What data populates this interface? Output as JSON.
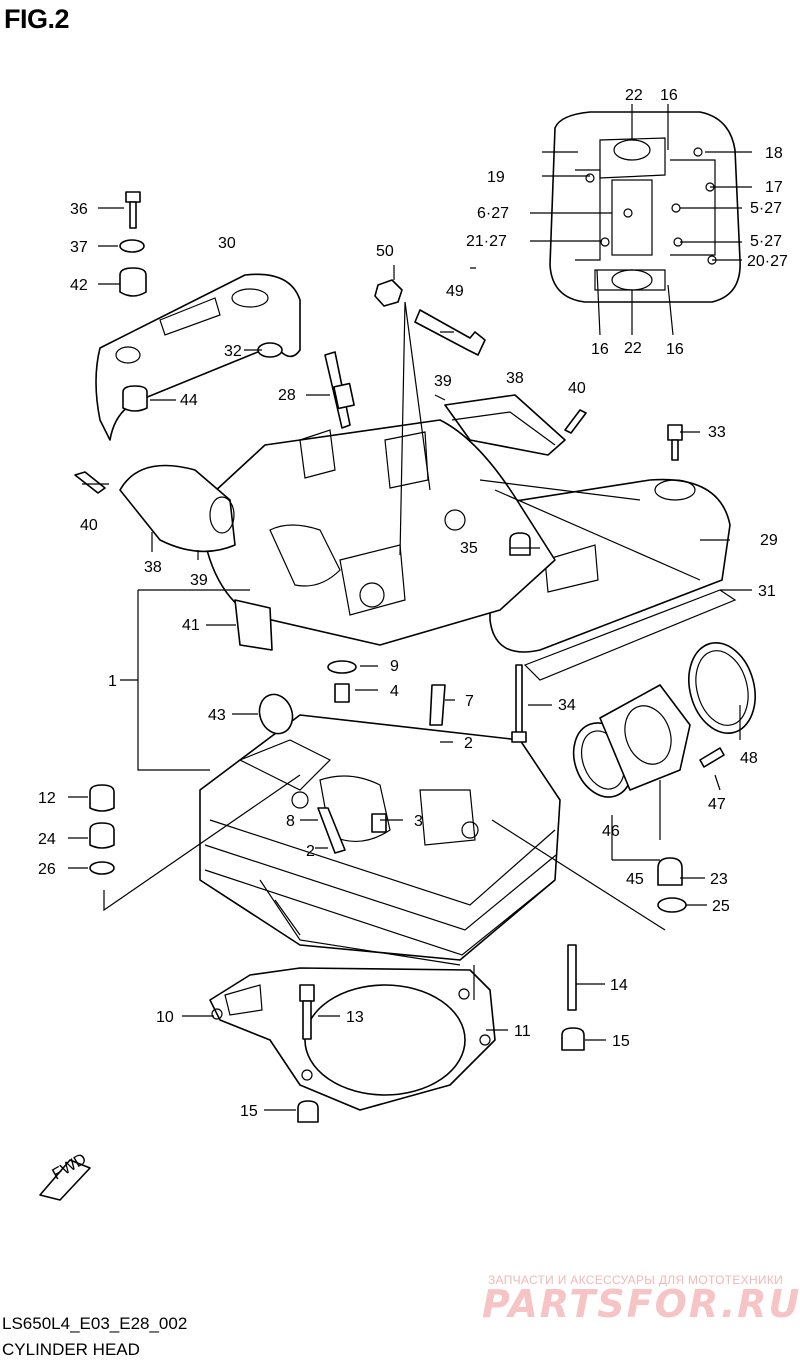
{
  "figure": {
    "title": "FIG.2",
    "model_code": "LS650L4_E03_E28_002",
    "caption": "CYLINDER HEAD"
  },
  "watermark": {
    "tagline": "ЗАПЧАСТИ И АКСЕССУАРЫ ДЛЯ МОТОТЕХНИКИ",
    "brand": "PARTSFOR.RU"
  },
  "fwd_label": "FWD",
  "callouts": [
    "1",
    "2",
    "2",
    "3",
    "4",
    "5·27",
    "5·27",
    "6·27",
    "7",
    "8",
    "9",
    "10",
    "11",
    "12",
    "13",
    "14",
    "15",
    "15",
    "16",
    "16",
    "16",
    "17",
    "18",
    "19",
    "20·27",
    "21·27",
    "22",
    "22",
    "23",
    "24",
    "25",
    "26",
    "28",
    "29",
    "30",
    "31",
    "32",
    "33",
    "34",
    "35",
    "36",
    "37",
    "38",
    "38",
    "39",
    "39",
    "40",
    "40",
    "41",
    "42",
    "43",
    "44",
    "45",
    "46",
    "47",
    "48",
    "49",
    "50"
  ]
}
